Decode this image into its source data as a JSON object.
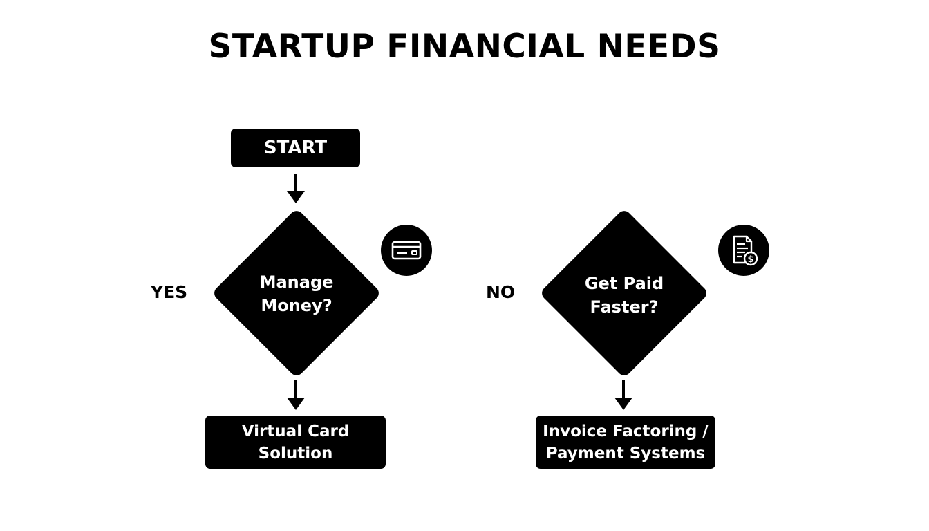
{
  "title": "STARTUP FINANCIAL NEEDS",
  "start": {
    "label": "START"
  },
  "decisions": [
    {
      "question": "Manage\nMoney?",
      "branch_label": "YES",
      "icon": "credit-card-icon",
      "result": "Virtual Card\nSolution"
    },
    {
      "question": "Get Paid\nFaster?",
      "branch_label": "NO",
      "icon": "invoice-dollar-icon",
      "result": "Invoice Factoring /\nPayment Systems"
    }
  ],
  "colors": {
    "shape_fill": "#000000",
    "shape_text": "#ffffff",
    "background": "#ffffff"
  }
}
